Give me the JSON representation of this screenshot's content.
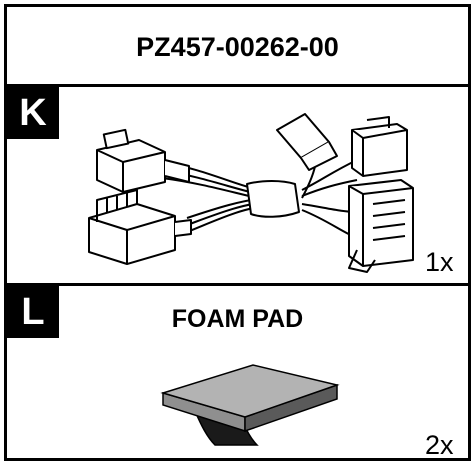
{
  "header": {
    "part_number": "PZ457-00262-00"
  },
  "items": [
    {
      "letter": "K",
      "title": "",
      "quantity": "1x",
      "icon": "wire-harness-icon"
    },
    {
      "letter": "L",
      "title": "FOAM PAD",
      "quantity": "2x",
      "icon": "foam-pad-icon"
    }
  ]
}
